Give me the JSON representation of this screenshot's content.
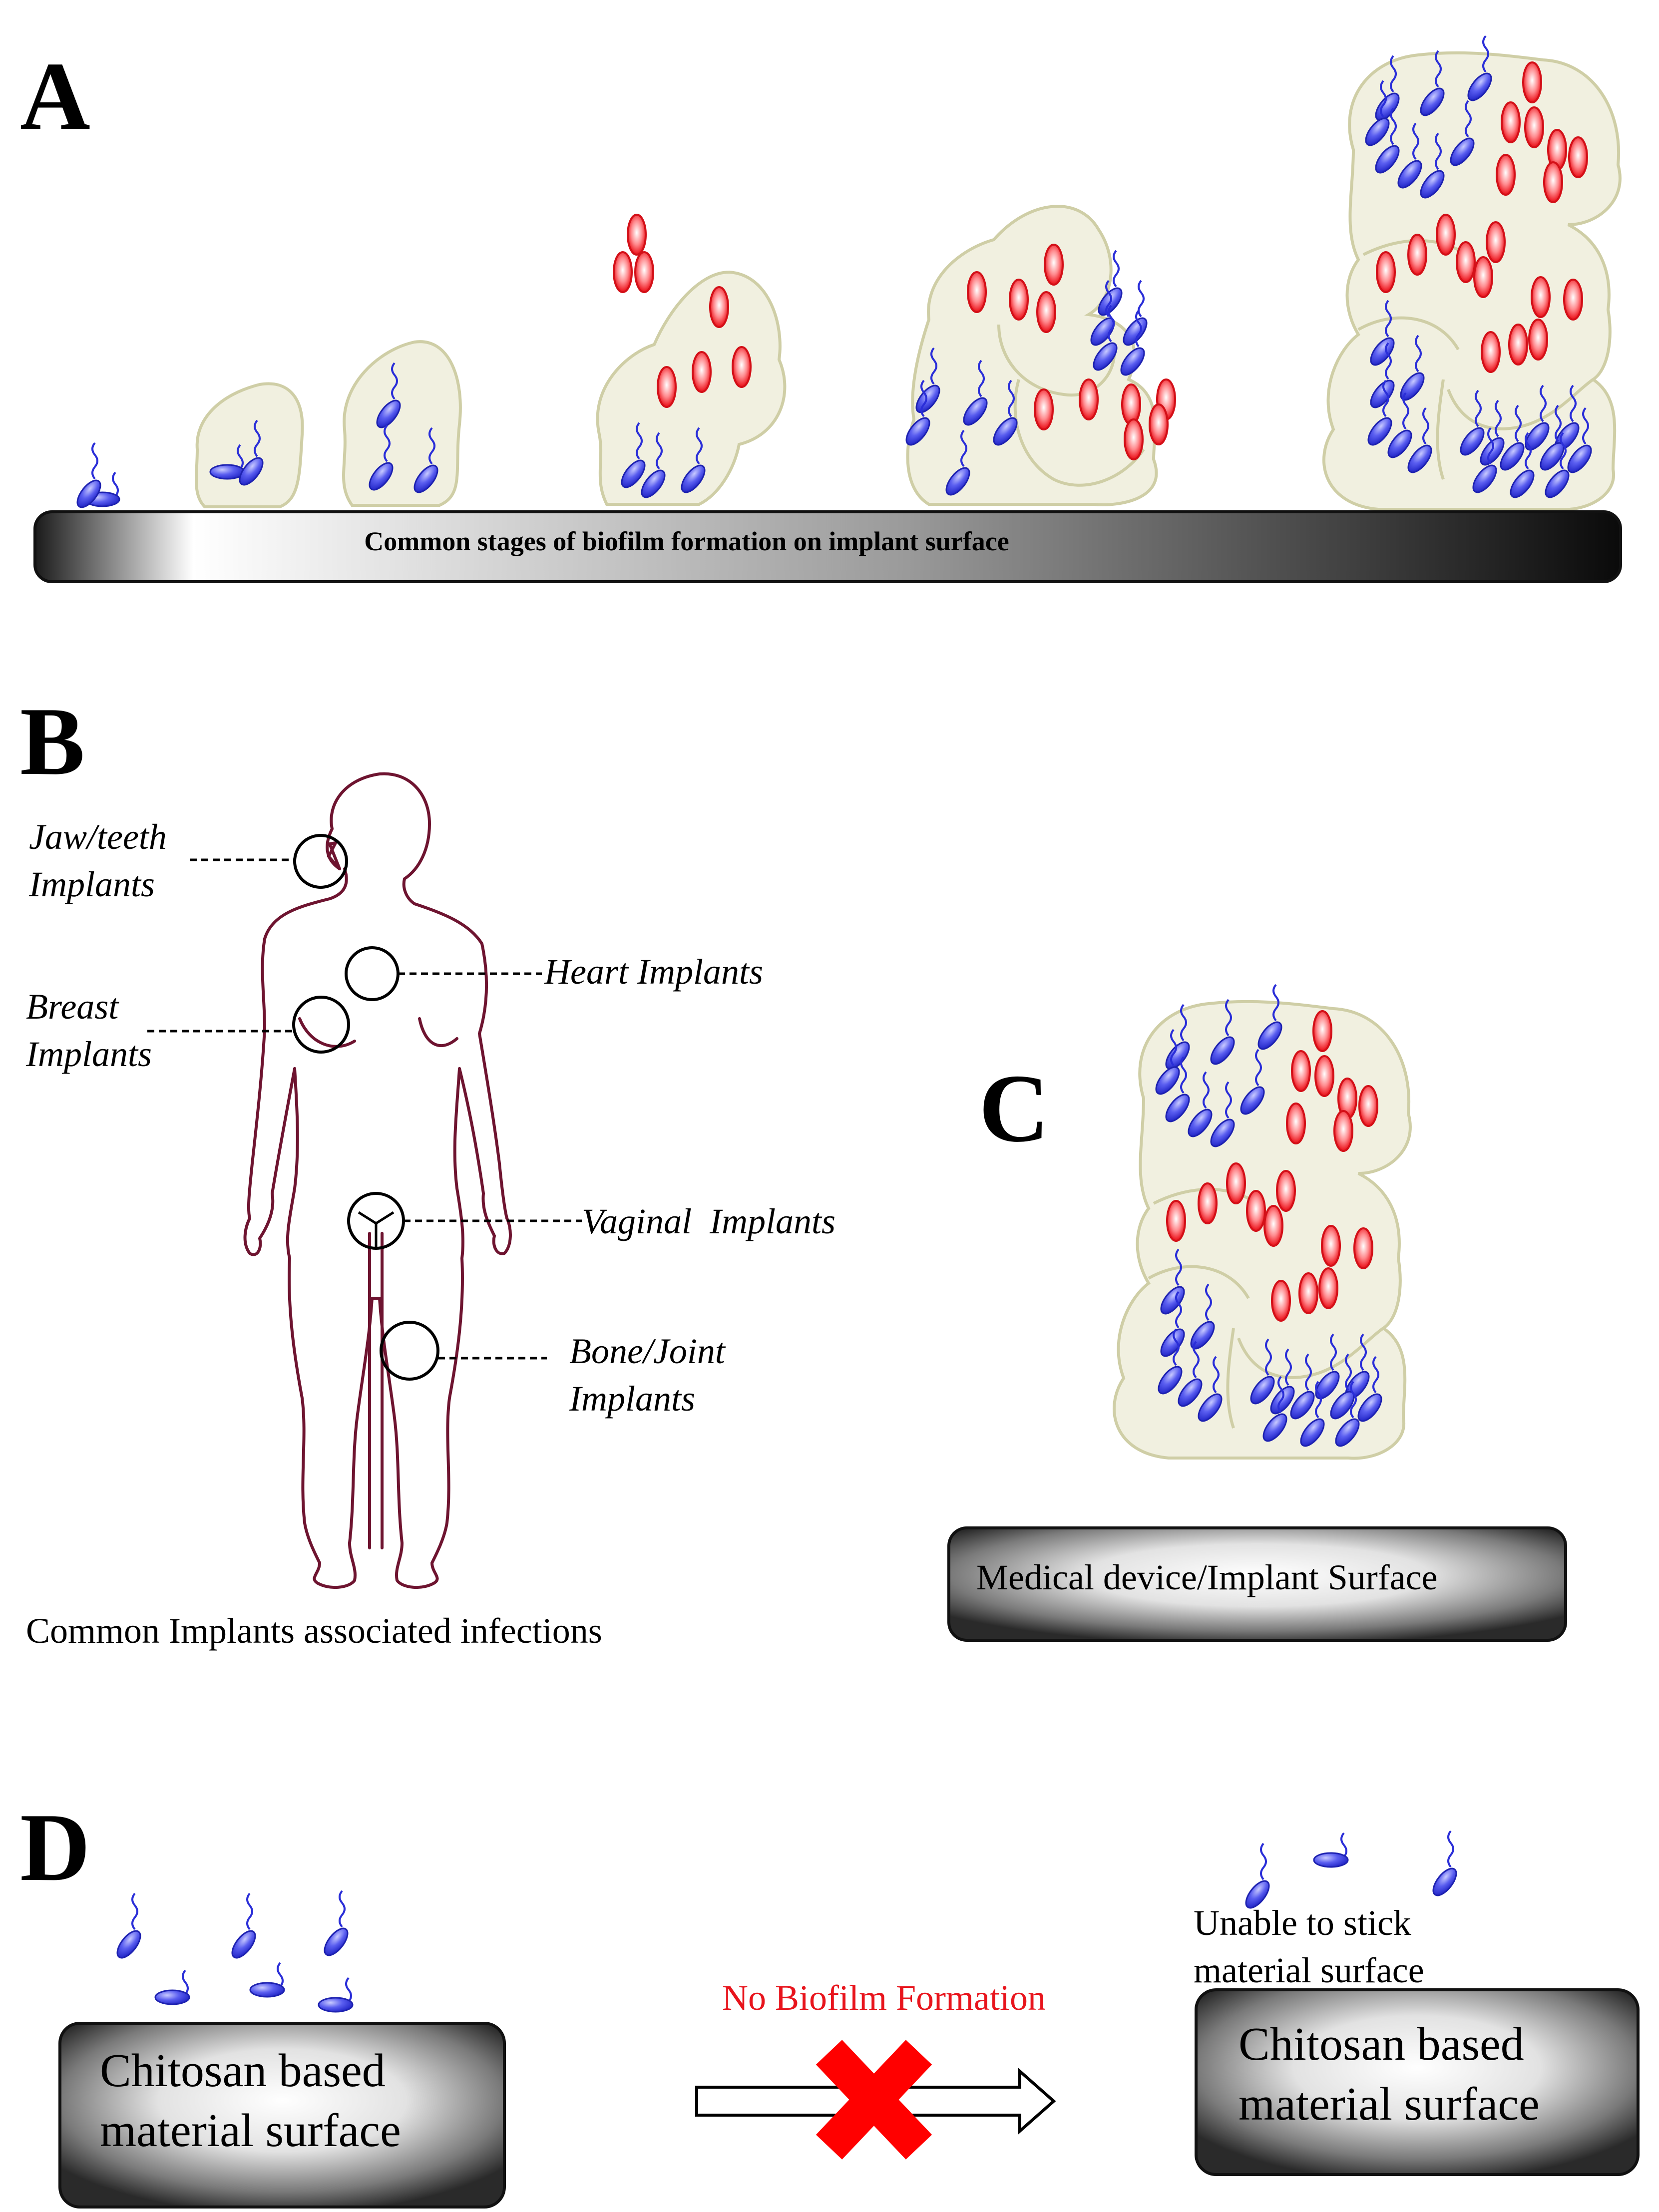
{
  "panels": {
    "a": {
      "letter": "A",
      "surface_label": "Common stages of biofilm formation on implant surface"
    },
    "b": {
      "letter": "B",
      "caption": "Common Implants associated infections",
      "sites": {
        "jaw": [
          "Jaw/teeth",
          "Implants"
        ],
        "heart": [
          "Heart Implants"
        ],
        "breast": [
          "Breast",
          "Implants"
        ],
        "vaginal": [
          "Vaginal  Implants"
        ],
        "bone": [
          "Bone/Joint",
          "Implants"
        ]
      }
    },
    "c": {
      "letter": "C",
      "surface_label": "Medical device/Implant Surface"
    },
    "d": {
      "letter": "D",
      "left_surface": [
        "Chitosan based",
        "material surface"
      ],
      "arrow_label": "No Biofilm Formation",
      "right_note": [
        "Unable to stick",
        "material surface"
      ],
      "right_surface": [
        "Chitosan based",
        "material surface"
      ]
    }
  },
  "colors": {
    "matrix_fill": "#f1f0e0",
    "matrix_stroke": "#cfcea6",
    "bacteria_blue": "#3a3ee6",
    "cell_red": "#e8141c",
    "body_outline": "#6e1430",
    "no_mark_red": "#ff0000",
    "arrow_label_red": "#e8141c"
  },
  "icons": {
    "prohibit_mark": "red-x-icon",
    "arrow": "hollow-right-arrow-icon"
  }
}
